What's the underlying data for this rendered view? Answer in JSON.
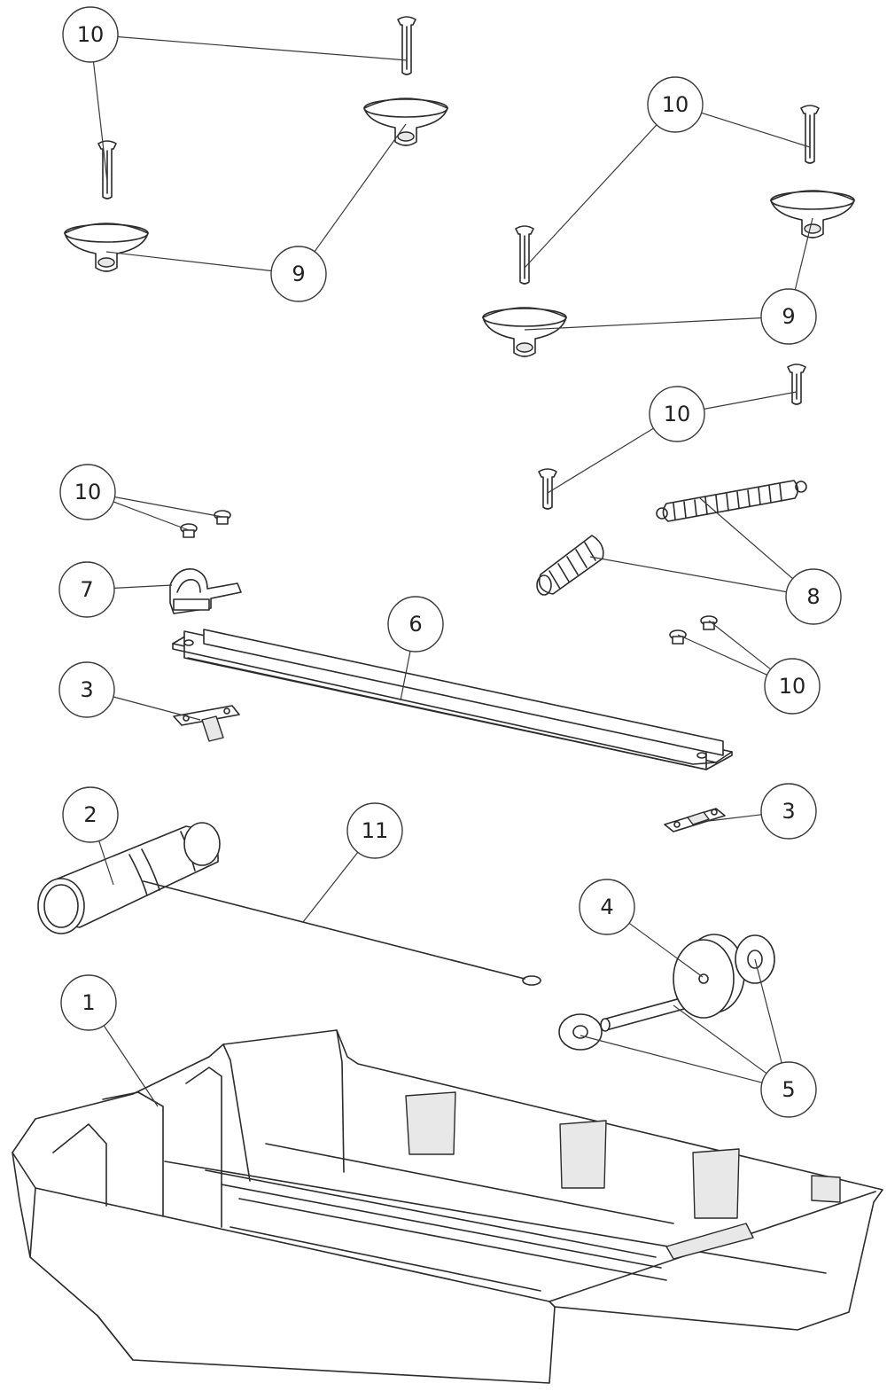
{
  "callouts": [
    {
      "label": "10"
    },
    {
      "label": "9"
    },
    {
      "label": "10"
    },
    {
      "label": "9"
    },
    {
      "label": "10"
    },
    {
      "label": "10"
    },
    {
      "label": "7"
    },
    {
      "label": "8"
    },
    {
      "label": "6"
    },
    {
      "label": "10"
    },
    {
      "label": "3"
    },
    {
      "label": "3"
    },
    {
      "label": "2"
    },
    {
      "label": "11"
    },
    {
      "label": "4"
    },
    {
      "label": "1"
    },
    {
      "label": "5"
    }
  ]
}
